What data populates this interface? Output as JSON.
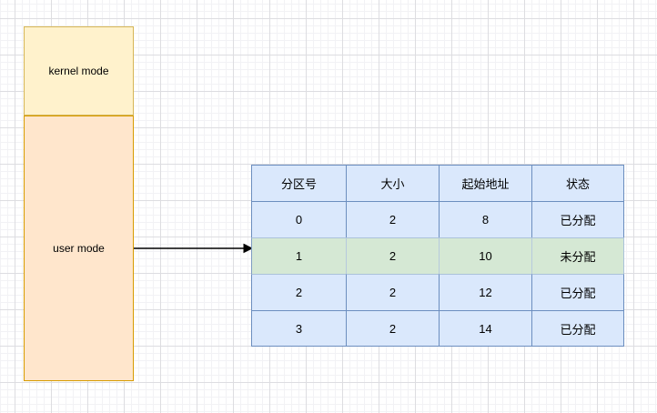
{
  "canvas": {
    "background_color": "#ffffff",
    "grid_minor_color": "#f2f2f5",
    "grid_major_color": "#dddde1"
  },
  "memory_diagram": {
    "kernel_label": "kernel mode",
    "user_label": "user mode",
    "kernel_fill": "#FFF2CC",
    "kernel_stroke": "#D6B656",
    "user_fill": "#FFE6CC",
    "user_stroke": "#D79B00",
    "arrow_color": "#000000"
  },
  "partition_table": {
    "headers": [
      "分区号",
      "大小",
      "起始地址",
      "状态"
    ],
    "rows": [
      {
        "id": "0",
        "size": "2",
        "start": "8",
        "status": "已分配",
        "highlighted": false
      },
      {
        "id": "1",
        "size": "2",
        "start": "10",
        "status": "未分配",
        "highlighted": true
      },
      {
        "id": "2",
        "size": "2",
        "start": "12",
        "status": "已分配",
        "highlighted": false
      },
      {
        "id": "3",
        "size": "2",
        "start": "14",
        "status": "已分配",
        "highlighted": false
      }
    ],
    "cell_fill": "#DAE8FC",
    "cell_stroke": "#6C8EBF",
    "highlight_fill": "#D5E8D4"
  }
}
